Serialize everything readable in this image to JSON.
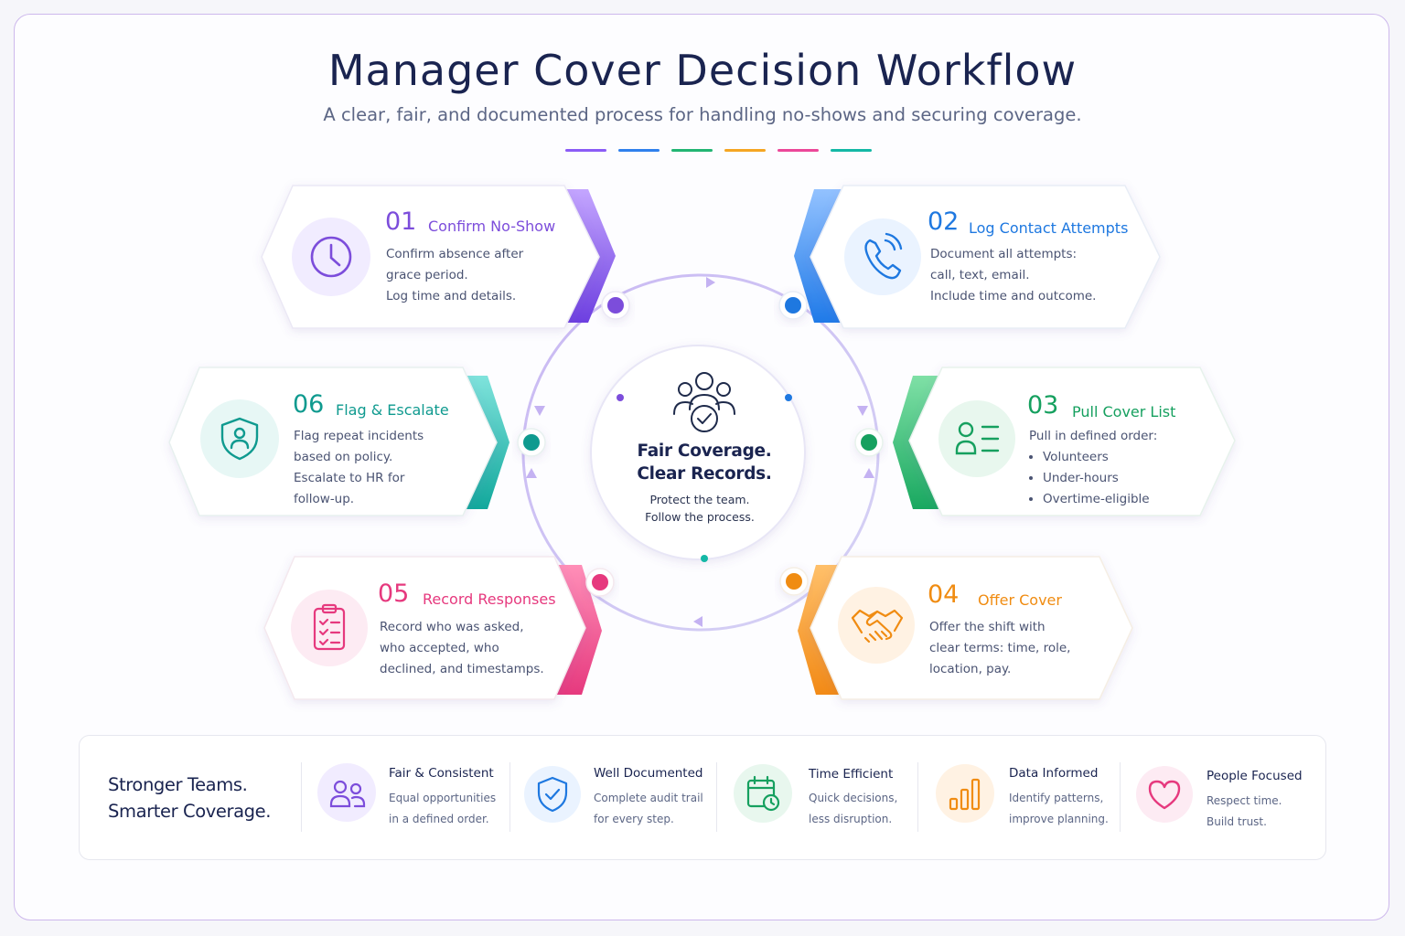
{
  "header": {
    "title": "Manager Cover Decision Workflow",
    "subtitle": "A clear, fair, and documented process for handling no-shows and securing coverage."
  },
  "accent_dashes": [
    "#8b5cf6",
    "#2f80ed",
    "#22b573",
    "#f5a623",
    "#ec4899",
    "#14b8a6"
  ],
  "steps": [
    {
      "number": "01",
      "title": "Confirm No-Show",
      "lines": [
        "Confirm absence after",
        "grace period.",
        "Log time and details."
      ],
      "color": "#7c4ddb",
      "icon": "clock-icon"
    },
    {
      "number": "02",
      "title": "Log Contact Attempts",
      "lines": [
        "Document all attempts:",
        "call, text, email.",
        "Include time and outcome."
      ],
      "color": "#1e78e0",
      "icon": "phone-icon"
    },
    {
      "number": "03",
      "title": "Pull Cover List",
      "intro": "Pull in defined order:",
      "bullets": [
        "Volunteers",
        "Under-hours",
        "Overtime-eligible"
      ],
      "color": "#16a05f",
      "icon": "list-user-icon"
    },
    {
      "number": "04",
      "title": "Offer Cover",
      "lines": [
        "Offer the shift with",
        "clear terms: time, role,",
        "location, pay."
      ],
      "color": "#f08c12",
      "icon": "handshake-icon"
    },
    {
      "number": "05",
      "title": "Record Responses",
      "lines": [
        "Record who was asked,",
        "who accepted, who",
        "declined, and timestamps."
      ],
      "color": "#e6397e",
      "icon": "clipboard-icon"
    },
    {
      "number": "06",
      "title": "Flag & Escalate",
      "lines": [
        "Flag repeat incidents",
        "based on policy.",
        "Escalate to HR for",
        "follow-up."
      ],
      "color": "#0f9a8f",
      "icon": "shield-user-icon"
    }
  ],
  "center": {
    "title_line1": "Fair Coverage.",
    "title_line2": "Clear Records.",
    "sub_line1": "Protect the team.",
    "sub_line2": "Follow the process.",
    "icon": "team-check-icon"
  },
  "footer": {
    "tagline_line1": "Stronger Teams.",
    "tagline_line2": "Smarter Coverage.",
    "benefits": [
      {
        "title": "Fair & Consistent",
        "line1": "Equal opportunities",
        "line2": "in a defined order.",
        "color": "#7c4ddb",
        "icon": "users-icon"
      },
      {
        "title": "Well Documented",
        "line1": "Complete audit trail",
        "line2": "for every step.",
        "color": "#1e78e0",
        "icon": "shield-check-icon"
      },
      {
        "title": "Time Efficient",
        "line1": "Quick decisions,",
        "line2": "less disruption.",
        "color": "#16a05f",
        "icon": "calendar-clock-icon"
      },
      {
        "title": "Data Informed",
        "line1": "Identify patterns,",
        "line2": "improve planning.",
        "color": "#f08c12",
        "icon": "bar-chart-icon"
      },
      {
        "title": "People Focused",
        "line1": "Respect time.",
        "line2": "Build trust.",
        "color": "#e6397e",
        "icon": "heart-icon"
      }
    ]
  }
}
